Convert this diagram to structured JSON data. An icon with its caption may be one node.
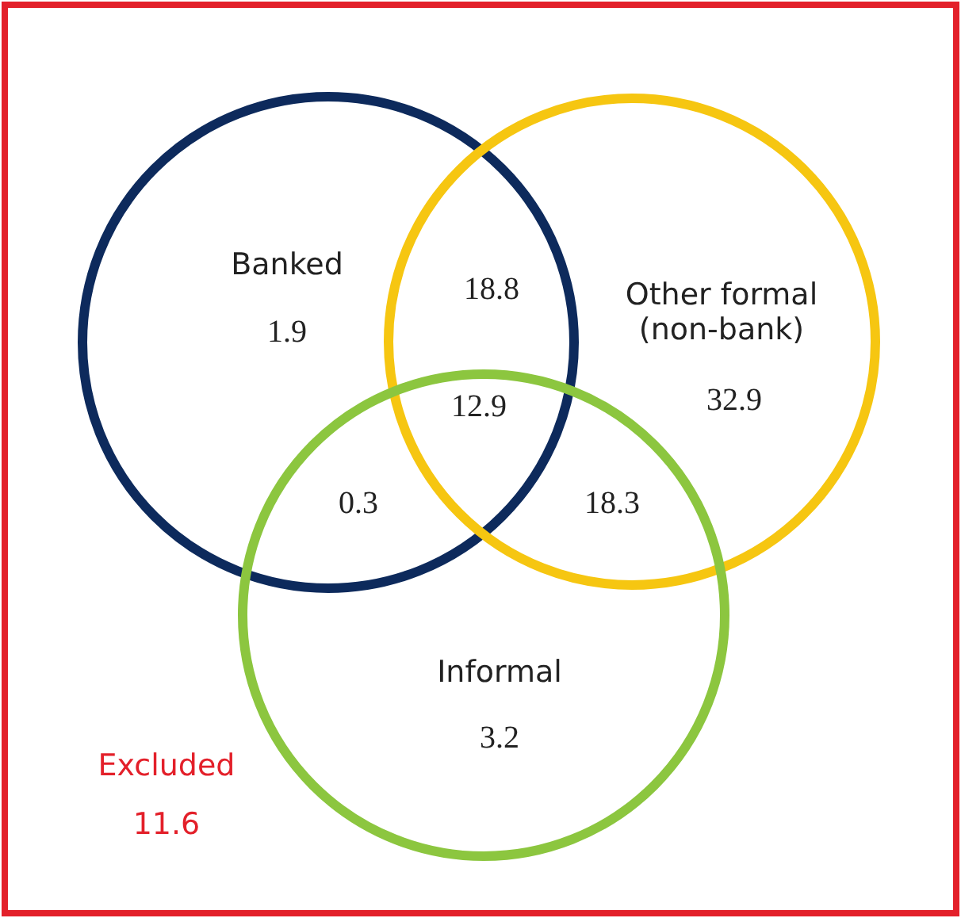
{
  "diagram": {
    "nodes": [
      {
        "text": [
          "Excluded",
          "11.6"
        ]
      },
      {
        "text": [
          "Banked",
          "1.9"
        ],
        "in": 0
      },
      {
        "text": [
          "Other formal (non-bank)",
          "32.9"
        ],
        "in": 0
      },
      {
        "text": [
          "Informal",
          "3.2"
        ],
        "in": 0
      }
    ],
    "labels": [
      "18.8",
      "12.9",
      "0.3",
      "18.3"
    ]
  }
}
